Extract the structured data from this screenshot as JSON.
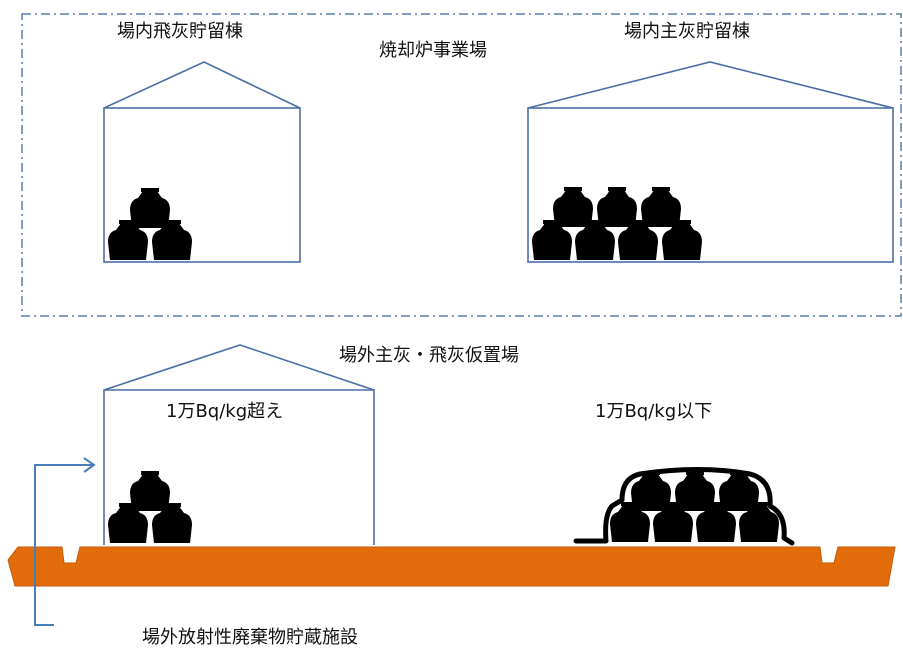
{
  "labels": {
    "onsite_fly_ash_building": "場内飛灰貯留棟",
    "incinerator_site": "焼却炉事業場",
    "onsite_main_ash_building": "場内主灰貯留棟",
    "offsite_temp_storage": "場外主灰・飛灰仮置場",
    "over_10k": "1万Bq/kg超え",
    "under_10k": "1万Bq/kg以下",
    "offsite_storage_facility": "場外放射性廃棄物貯蔵施設"
  },
  "colors": {
    "building_outline": "#4a6fa5",
    "dash_border": "#5b7fae",
    "ground": "#e36c0a",
    "bag": "#000000",
    "arrow": "#4a7ebb"
  },
  "icons": {
    "bag": "flexible-container-bag-icon",
    "arrow": "arrow-right-icon"
  }
}
